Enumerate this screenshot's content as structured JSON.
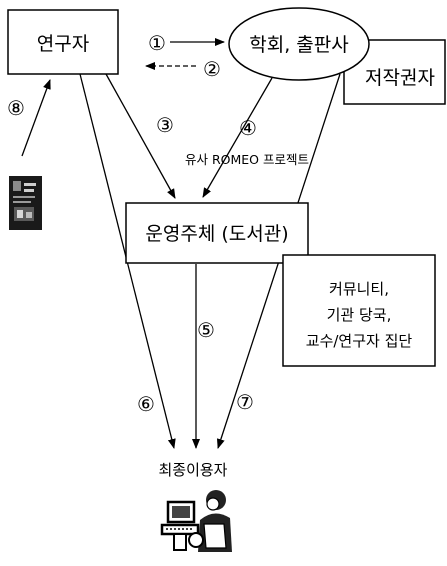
{
  "nodes": {
    "researcher": "연구자",
    "society_publisher": "학회, 출판사",
    "copyright_holder": "저작권자",
    "operator_library": "운영주체 (도서관)",
    "community_group": [
      "커뮤니티,",
      "기관 당국,",
      "교수/연구자 집단"
    ],
    "end_user": "최종이용자"
  },
  "edge_labels": {
    "e1": "①",
    "e2": "②",
    "e3": "③",
    "e4": "④",
    "e5": "⑤",
    "e6": "⑥",
    "e7": "⑦",
    "e8": "⑧"
  },
  "project_label": "유사 ROMEO 프로젝트",
  "icons": [
    "document-icon",
    "computer-user-icon"
  ]
}
